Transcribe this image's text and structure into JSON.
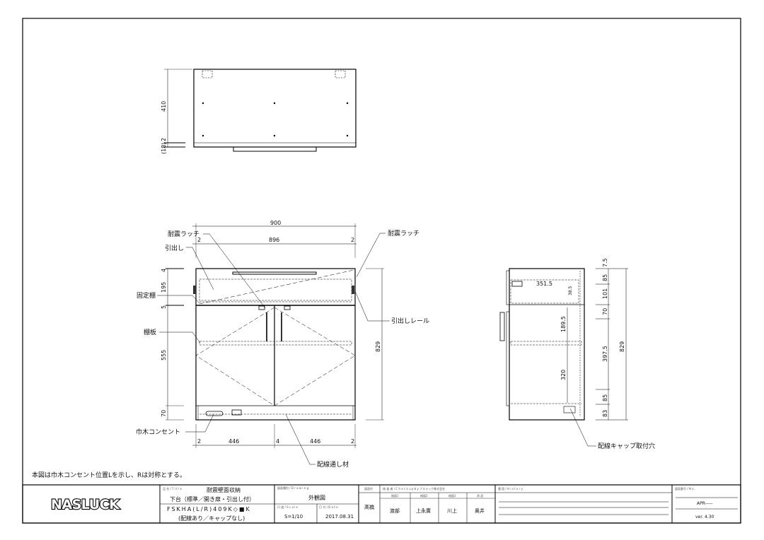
{
  "labels": {
    "seismic_latch_left": "耐震ラッチ",
    "drawer": "引出し",
    "fixed_shelf": "固定棚",
    "shelf_board": "棚板",
    "baseboard_outlet": "巾木コンセント",
    "seismic_latch_right": "耐震ラッチ",
    "drawer_rail": "引出しレール",
    "wiring_member": "配線通し材",
    "wiring_cap_hole": "配線キャップ取付穴"
  },
  "note": "本図は巾木コンセント位置Lを示し、Rは対称とする。",
  "dimensions": {
    "top_view": {
      "depth": "410",
      "gap": "2",
      "offset": "(18)"
    },
    "front_view": {
      "overall_width": "900",
      "inner_width": "896",
      "side_left": "2",
      "side_right": "2",
      "h_top": "4",
      "h_drawer": "195",
      "h_shelf": "5",
      "h_door": "555",
      "h_plinth": "70",
      "overall_height": "829",
      "bottom_left": "2",
      "door_left": "446",
      "gap_center": "4",
      "door_right": "446",
      "bottom_right": "2"
    },
    "side_view": {
      "drawer_depth": "351.5",
      "small": "38.5",
      "h1": "7.5",
      "h2": "85",
      "h3": "101",
      "h4": "70",
      "h5": "397.5",
      "h6": "85",
      "h7": "83",
      "shelf_top": "189.5",
      "shelf_bottom": "320",
      "overall_height": "829"
    }
  },
  "title_block": {
    "logo": "NASLUCK",
    "title_caption": "品 名 / T i t l e",
    "title_line1": "耐震壁面収納",
    "title_line2": "下台（標準／開き扉・引出し付）",
    "model": "FSKHA(L/R)409K◇■K",
    "model_note": "(配線あり／キャップなし)",
    "drawing_caption": "図面種別 / D r a w i n g",
    "drawing_type": "外観図",
    "scale_caption": "尺 度 / S c a l e",
    "scale": "S=1/10",
    "date_caption": "日 付 / D a t e",
    "date": "2017.08.31",
    "drawn_caption": "図面作",
    "drawn_by": "髙橋",
    "check_caption": "検 査 者  / C h e c k  u p  b y  ナスラック株式会社",
    "check_roles": [
      "検図1",
      "検図2",
      "検図3",
      "承 認"
    ],
    "check_names": [
      "渡部",
      "上永廣",
      "川上",
      "奥井"
    ],
    "history_caption": "履 歴 / H i s t o r y",
    "number_caption": "図面番号 / N o .",
    "number": "APR-----",
    "version": "ver. 4.30"
  }
}
